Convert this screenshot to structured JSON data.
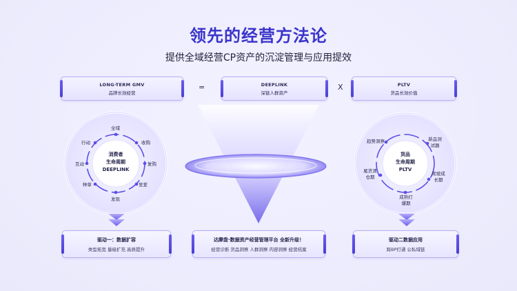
{
  "header": {
    "title": "领先的经营方法论",
    "subtitle": "提供全域经营CP资产的沉淀管理与应用提效"
  },
  "formula": {
    "box1": {
      "en": "LONG-TERM GMV",
      "cn": "品牌长效经营"
    },
    "op1": "=",
    "box2": {
      "en": "DEEPLINK",
      "cn": "深链人群资产"
    },
    "op2": "X",
    "box3": {
      "en": "PLTV",
      "cn": "货品长效价值"
    }
  },
  "left_cycle": {
    "center": [
      "消费者",
      "生命周期",
      "DEEPLINK"
    ],
    "labels": [
      "全域",
      "收购",
      "复购",
      "至爱",
      "发现",
      "种草",
      "互动",
      "行动"
    ]
  },
  "right_cycle": {
    "center": [
      "货品",
      "生命周期",
      "PLTV"
    ],
    "labels": [
      "趋势洞察",
      "新品测试器",
      "爬坡成长期",
      "成熟打爆期",
      "尾货清仓期"
    ]
  },
  "drivers": {
    "left": {
      "title": "驱动一：数据扩容",
      "sub": "类型拓宽 量级扩充 高质提升"
    },
    "middle": {
      "title": "达摩盘·数据资产经营管理平台 全新升级！",
      "sub": "经营诊断 货品洞察 人群洞察 内容洞察 经营结案"
    },
    "right": {
      "title": "驱动二数据应用",
      "sub": "跨BP打通 公私域链"
    }
  },
  "colors": {
    "accent": "#3b34c9",
    "ring": "#5b4ee6"
  }
}
